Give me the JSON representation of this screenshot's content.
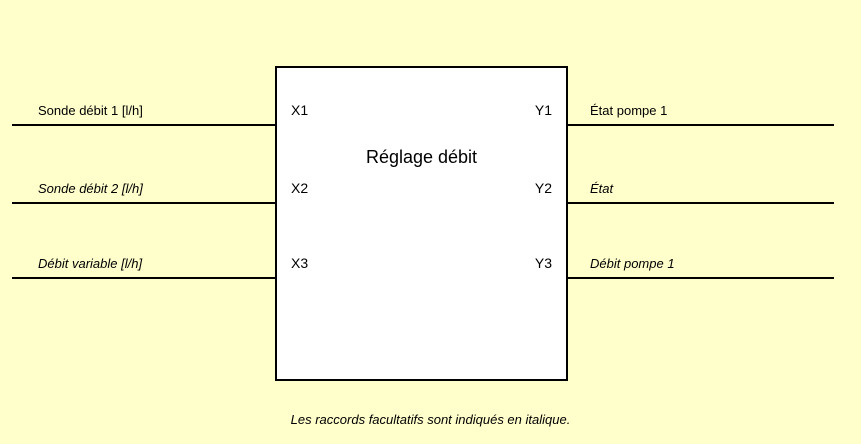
{
  "diagram": {
    "background_color": "#ffffcc",
    "line_color": "#000000",
    "block": {
      "title": "Réglage débit",
      "fill_color": "#ffffff",
      "inputs": [
        {
          "port": "X1",
          "label": "Sonde débit 1 [l/h]",
          "optional": false
        },
        {
          "port": "X2",
          "label": "Sonde débit 2 [l/h]",
          "optional": true
        },
        {
          "port": "X3",
          "label": "Débit variable [l/h]",
          "optional": true
        }
      ],
      "outputs": [
        {
          "port": "Y1",
          "label": "État pompe 1",
          "optional": false
        },
        {
          "port": "Y2",
          "label": "État",
          "optional": true
        },
        {
          "port": "Y3",
          "label": "Débit pompe 1",
          "optional": true
        }
      ]
    },
    "caption": "Les raccords facultatifs sont indiqués en italique."
  }
}
